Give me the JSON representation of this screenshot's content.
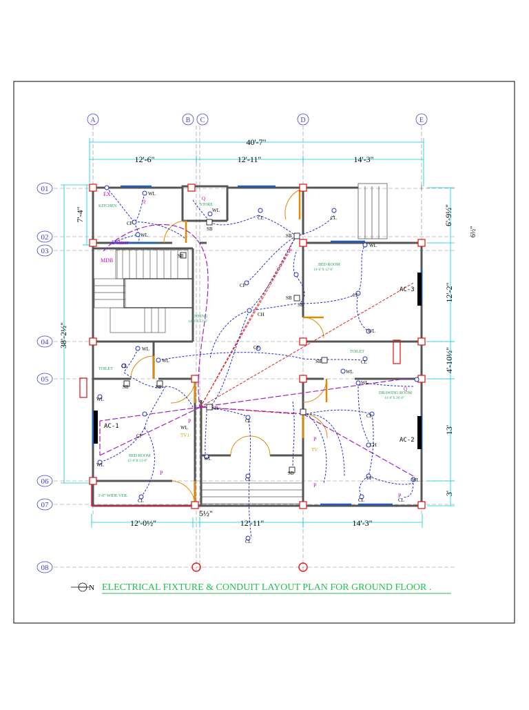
{
  "title": "ELECTRICAL FIXTURE & CONDUIT LAYOUT PLAN FOR GROUND FLOOR .",
  "north_label": "N",
  "column_grid": [
    "A",
    "B",
    "C",
    "D",
    "E"
  ],
  "row_grid": [
    "01",
    "02",
    "03",
    "04",
    "05",
    "06",
    "07",
    "08"
  ],
  "dimensions": {
    "overall_width": "40'-7\"",
    "top": [
      "12'-6\"",
      "12'-11\"",
      "14'-3\""
    ],
    "bottom": [
      "12'-0½\"",
      "12'-11\"",
      "14'-3\""
    ],
    "bottom_small": "5½\"",
    "left": [
      "7'-4\"",
      "38'-2½\""
    ],
    "right": [
      "6'-9½\"",
      "6½\"",
      "12'-2\"",
      "4'-10½\"",
      "13'",
      "3'"
    ]
  },
  "rooms": {
    "kitchen": "KITCHEN",
    "store": "STORE",
    "dining": "DINING",
    "dining_size": "14'-0\"X 23'-0\"",
    "bed_room_1": "BED ROOM",
    "bed_room_1_size": "14'-0\"X 12'-6\"",
    "toilet_1": "TOILET",
    "toilet_2": "TOILET",
    "bed_room_2": "BED ROOM",
    "bed_room_2_size": "12'-0\"X 13'-0\"",
    "drawing_room": "DRAWING ROOM",
    "drawing_room_size": "14'-0\"X 20'-0\"",
    "veranda": "3'-0\" WIDE VER."
  },
  "fixtures": {
    "ac": [
      "AC-1",
      "AC-2",
      "AC-3"
    ],
    "wall_light": "WL",
    "ceiling_light": "CL",
    "ceiling_fan": "CF",
    "chandelier": "CH",
    "switch_board": "SB",
    "power_point": "P",
    "television": "TV",
    "tv1": "TV1",
    "exhaust": "EX",
    "db": "MDB",
    "e_riser": "E-Riser",
    "q": "Q"
  },
  "colors": {
    "wall": "#555555",
    "dimension": "#00c8e0",
    "grid_label": "#4040d0",
    "conduit": "#2030c0",
    "main_feeder": "#e02020",
    "sub_feeder": "#a020c0",
    "room_label": "#20a050",
    "column_marker": "#e02020",
    "fixture_label": "#c000c0"
  }
}
